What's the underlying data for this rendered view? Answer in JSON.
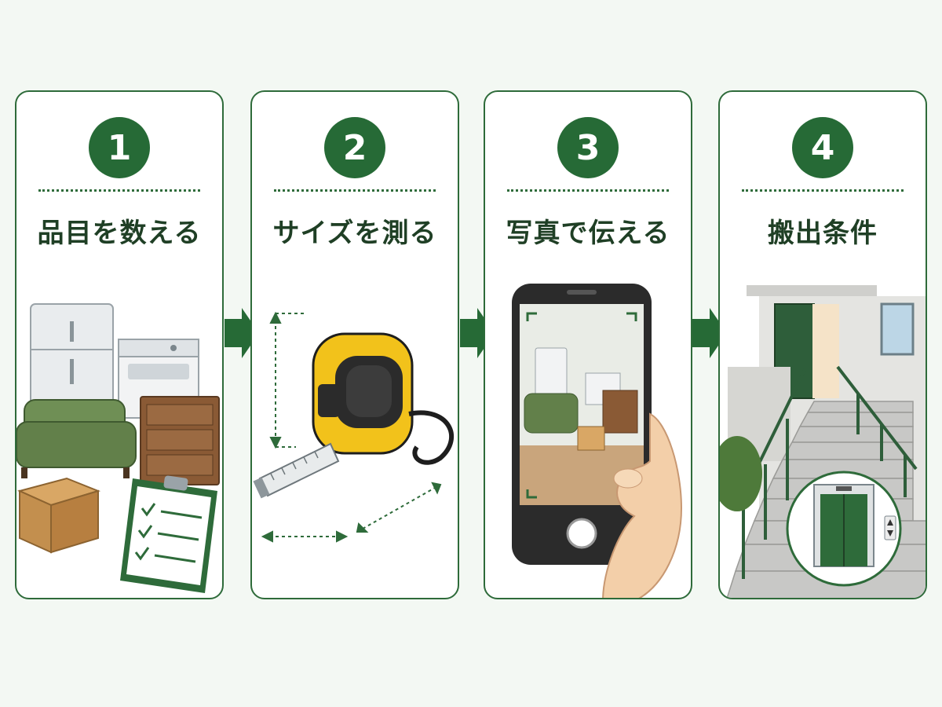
{
  "steps": [
    {
      "number": "1",
      "title": "品目を数える"
    },
    {
      "number": "2",
      "title": "サイズを測る"
    },
    {
      "number": "3",
      "title": "写真で伝える"
    },
    {
      "number": "4",
      "title": "搬出条件"
    }
  ],
  "colors": {
    "accent": "#266a36",
    "panel_border": "#2e6b3a",
    "background": "#f3f8f3",
    "tape_yellow": "#f2c21b"
  },
  "icons": [
    "appliances-furniture-icon",
    "clipboard-checklist-icon",
    "tape-measure-icon",
    "smartphone-camera-icon",
    "stairs-icon",
    "elevator-icon"
  ]
}
